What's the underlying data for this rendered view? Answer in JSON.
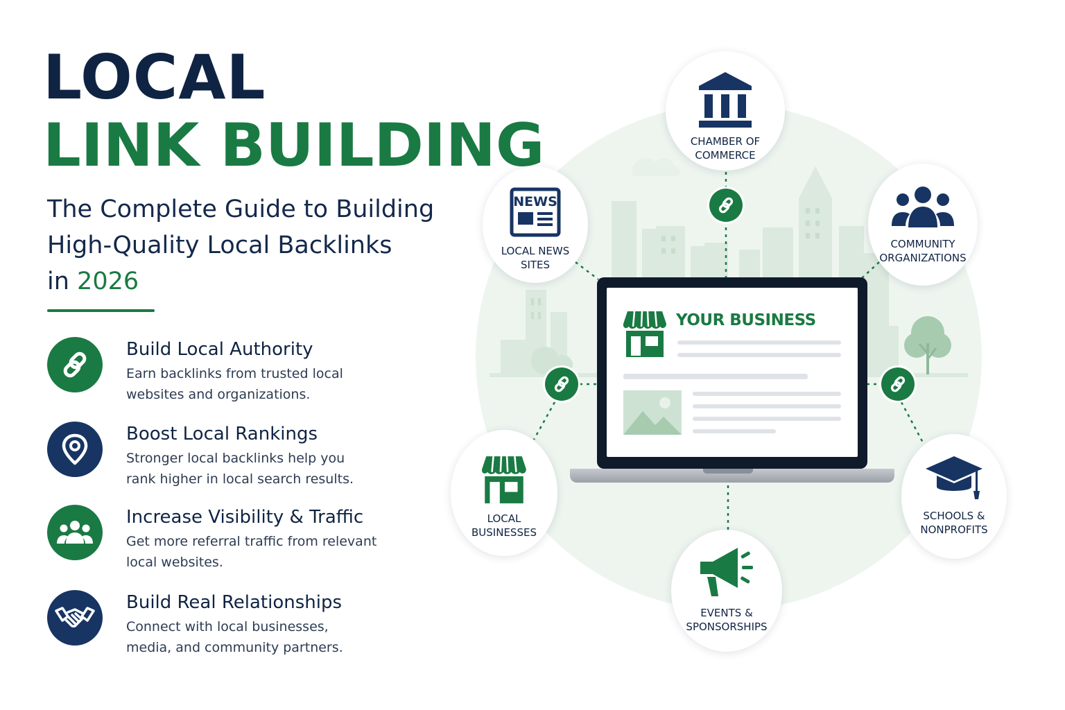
{
  "header": {
    "title_line1": "LOCAL",
    "title_line2": "LINK BUILDING",
    "subtitle_line1": "The Complete Guide to Building",
    "subtitle_line2": "High-Quality Local Backlinks",
    "subtitle_line3_prefix": "in ",
    "subtitle_year": "2026"
  },
  "benefits": [
    {
      "icon": "chain-link-icon",
      "title": "Build Local Authority",
      "desc_line1": "Earn backlinks from trusted local",
      "desc_line2": "websites and organizations."
    },
    {
      "icon": "map-pin-icon",
      "title": "Boost Local Rankings",
      "desc_line1": "Stronger local backlinks help you",
      "desc_line2": "rank higher in local search results."
    },
    {
      "icon": "people-group-icon",
      "title": "Increase Visibility & Traffic",
      "desc_line1": "Get more referral traffic from relevant",
      "desc_line2": "local websites."
    },
    {
      "icon": "handshake-icon",
      "title": "Build Real Relationships",
      "desc_line1": "Connect with local businesses,",
      "desc_line2": "media, and community partners."
    }
  ],
  "hub": {
    "title": "YOUR BUSINESS"
  },
  "nodes": [
    {
      "id": "chamber",
      "icon": "bank-building-icon",
      "label": "CHAMBER OF\nCOMMERCE"
    },
    {
      "id": "news",
      "icon": "newspaper-icon",
      "icon_text": "NEWS",
      "label": "LOCAL NEWS\nSITES"
    },
    {
      "id": "community",
      "icon": "people-group-icon",
      "label": "COMMUNITY\nORGANIZATIONS"
    },
    {
      "id": "local-biz",
      "icon": "storefront-icon",
      "label": "LOCAL\nBUSINESSES"
    },
    {
      "id": "schools",
      "icon": "graduation-cap-icon",
      "label": "SCHOOLS &\nNONPROFITS"
    },
    {
      "id": "events",
      "icon": "megaphone-icon",
      "label": "EVENTS &\nSPONSORSHIPS"
    }
  ],
  "colors": {
    "green": "#1a7a43",
    "navy": "#0f2343",
    "light_green": "#eef5ef"
  }
}
